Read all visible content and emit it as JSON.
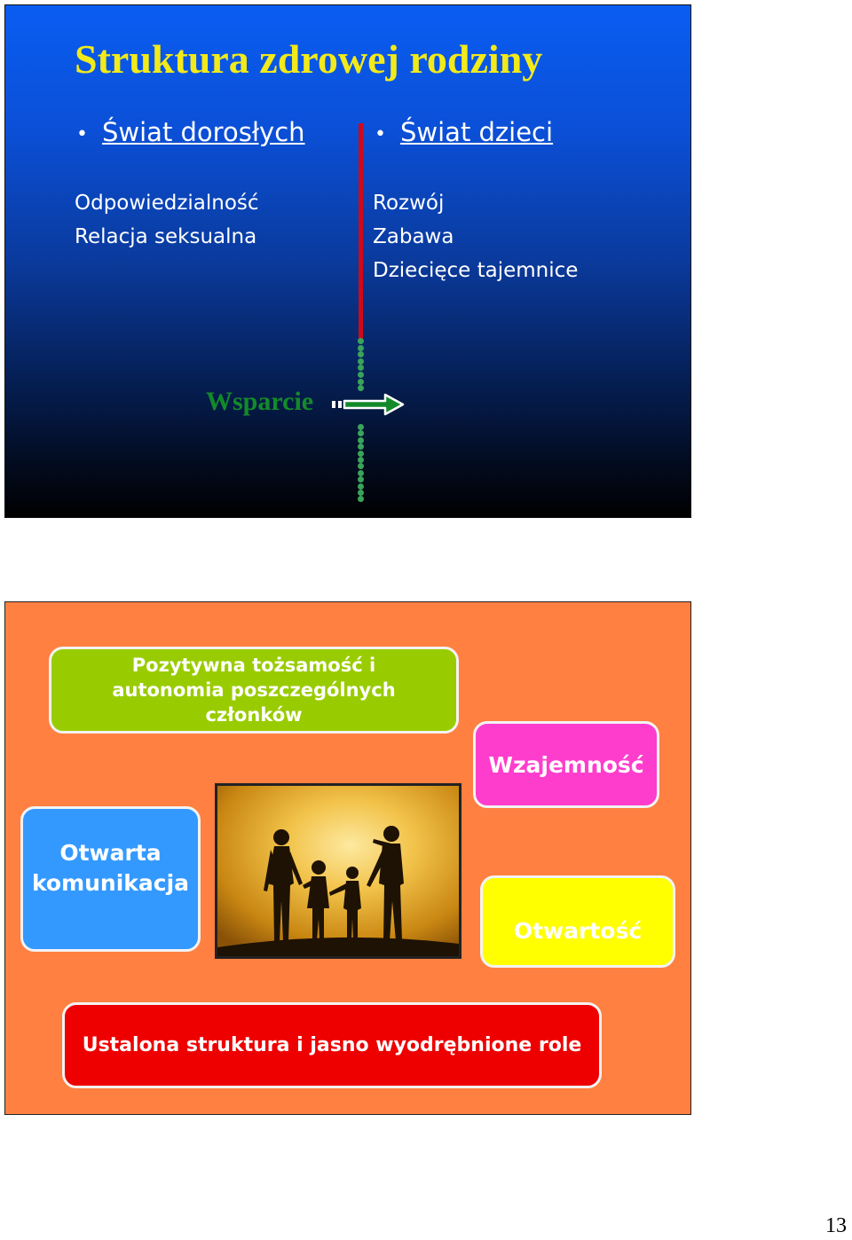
{
  "slide1": {
    "title": "Struktura zdrowej rodziny",
    "adults": {
      "heading": "Świat dorosłych",
      "items": [
        "Odpowiedzialność",
        "Relacja seksualna"
      ]
    },
    "children": {
      "heading": "Świat dzieci",
      "items": [
        "Rozwój",
        "Zabawa",
        "Dziecięce tajemnice"
      ]
    },
    "support_label": "Wsparcie",
    "colors": {
      "title": "#f2ea1a",
      "divider": "#d00818",
      "support": "#138a2a"
    }
  },
  "slide2": {
    "identity": "Pozytywna tożsamość i autonomia poszczególnych członków",
    "mutuality": "Wzajemność",
    "communication": "Otwarta komunikacja",
    "openness": "Otwartość",
    "structure": "Ustalona struktura i jasno wyodrębnione role",
    "colors": {
      "background": "#ff8040",
      "identity": "#99cc00",
      "mutuality": "#ff3dcc",
      "communication": "#3399ff",
      "openness": "#ffff00",
      "structure": "#ee0000"
    }
  },
  "page_number": "13"
}
